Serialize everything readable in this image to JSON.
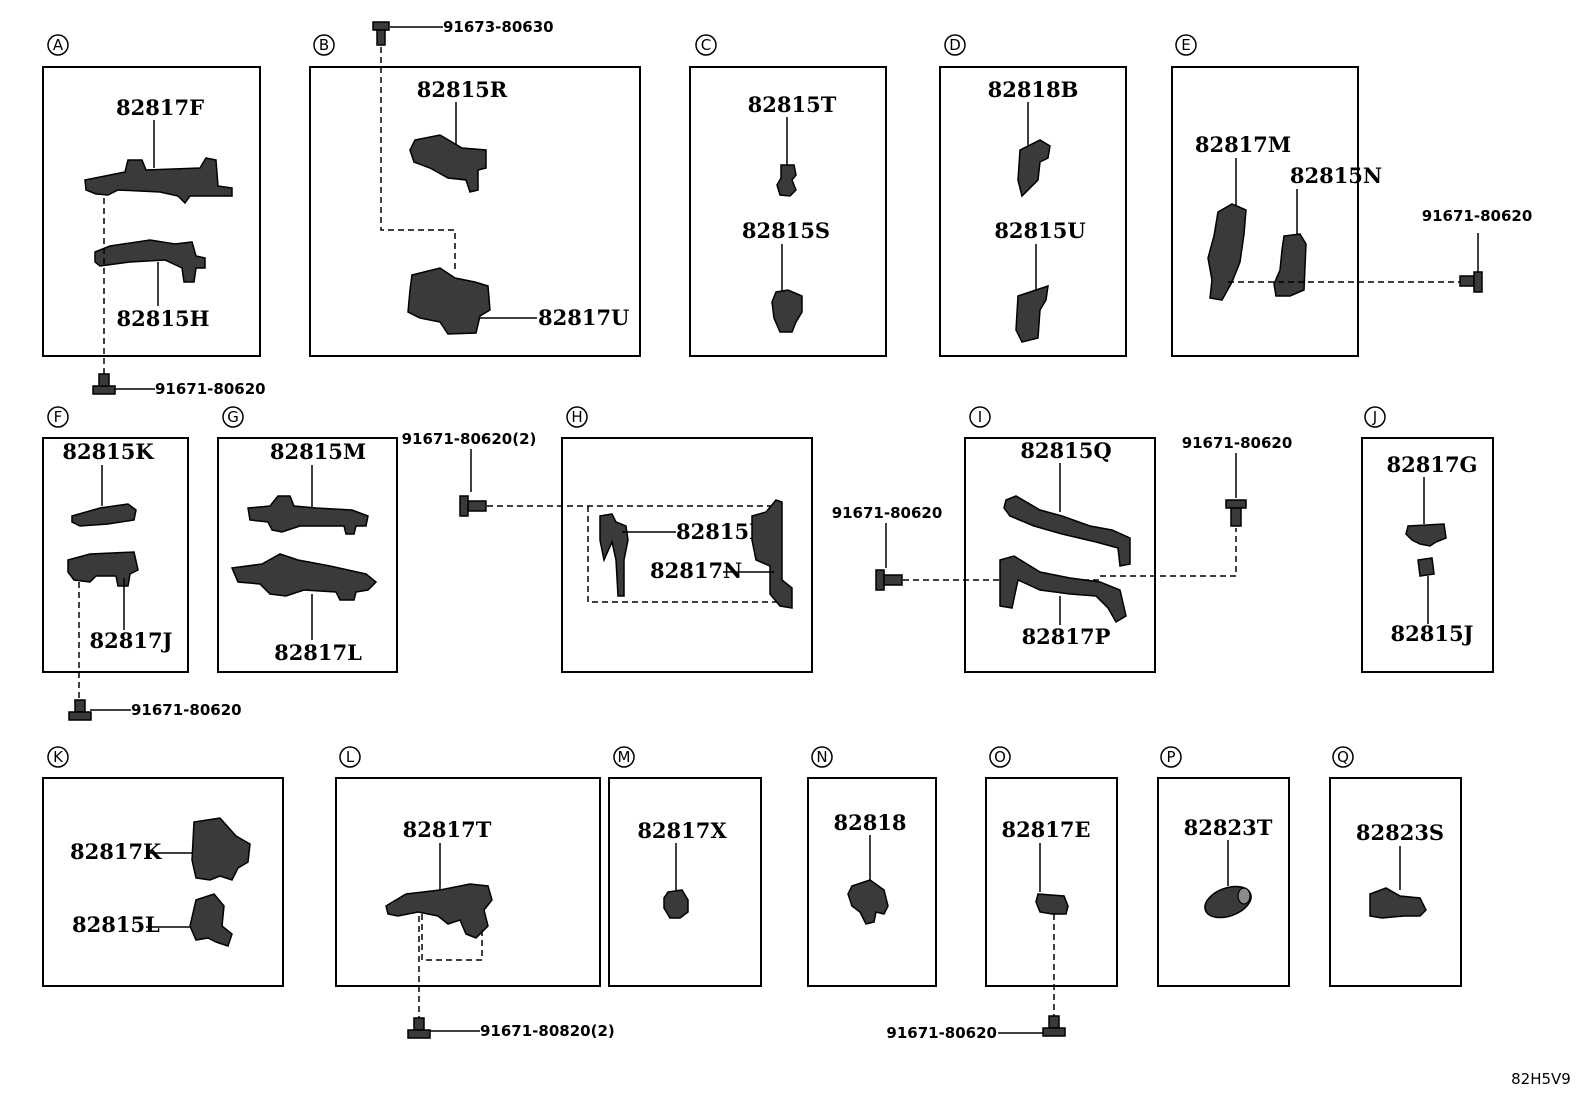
{
  "sections": [
    {
      "letter": "A",
      "labels": [
        "82817F",
        "82815H"
      ]
    },
    {
      "letter": "B",
      "labels": [
        "82815R",
        "82817U"
      ]
    },
    {
      "letter": "C",
      "labels": [
        "82815T",
        "82815S"
      ]
    },
    {
      "letter": "D",
      "labels": [
        "82818B",
        "82815U"
      ]
    },
    {
      "letter": "E",
      "labels": [
        "82817M",
        "82815N"
      ]
    },
    {
      "letter": "F",
      "labels": [
        "82815K",
        "82817J"
      ]
    },
    {
      "letter": "G",
      "labels": [
        "82815M",
        "82817L"
      ]
    },
    {
      "letter": "H",
      "labels": [
        "82815P",
        "82817N"
      ]
    },
    {
      "letter": "I",
      "labels": [
        "82815Q",
        "82817P"
      ]
    },
    {
      "letter": "J",
      "labels": [
        "82817G",
        "82815J"
      ]
    },
    {
      "letter": "K",
      "labels": [
        "82817K",
        "82815L"
      ]
    },
    {
      "letter": "L",
      "labels": [
        "82817T"
      ]
    },
    {
      "letter": "M",
      "labels": [
        "82817X"
      ]
    },
    {
      "letter": "N",
      "labels": [
        "82818"
      ]
    },
    {
      "letter": "O",
      "labels": [
        "82817E"
      ]
    },
    {
      "letter": "P",
      "labels": [
        "82823T"
      ]
    },
    {
      "letter": "Q",
      "labels": [
        "82823S"
      ]
    }
  ],
  "bolts": [
    "91673-80630",
    "91671-80620",
    "91671-80620",
    "91671-80620",
    "91671-80620(2)",
    "91671-80620",
    "91671-80620",
    "91671-80820(2)",
    "91671-80620"
  ],
  "diagram_code": "82H5V9"
}
